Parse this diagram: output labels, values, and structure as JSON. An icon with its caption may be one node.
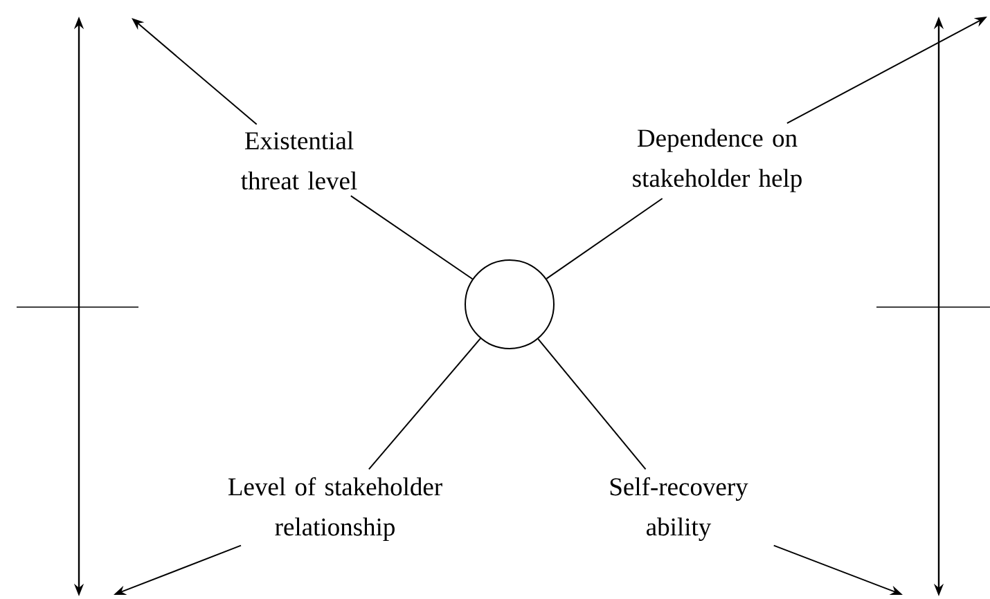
{
  "diagram": {
    "nodes": [
      {
        "text": [],
        "shape": "circle"
      },
      {
        "text": [
          "Existential threat level"
        ]
      },
      {
        "text": [
          "Dependence on stakeholder help"
        ]
      },
      {
        "text": [
          "Level of stakeholder relationship"
        ]
      },
      {
        "text": [
          "Self-recovery ability"
        ]
      }
    ],
    "edges": [
      {
        "from": 0,
        "to": 1,
        "arrow": "none"
      },
      {
        "from": 1,
        "to": null,
        "arrow": "to"
      },
      {
        "from": 0,
        "to": 2,
        "arrow": "none"
      },
      {
        "from": 2,
        "to": null,
        "arrow": "to"
      },
      {
        "from": 0,
        "to": 3,
        "arrow": "none"
      },
      {
        "from": 3,
        "to": null,
        "arrow": "to"
      },
      {
        "from": 0,
        "to": 4,
        "arrow": "none"
      },
      {
        "from": 4,
        "to": null,
        "arrow": "to"
      }
    ]
  }
}
